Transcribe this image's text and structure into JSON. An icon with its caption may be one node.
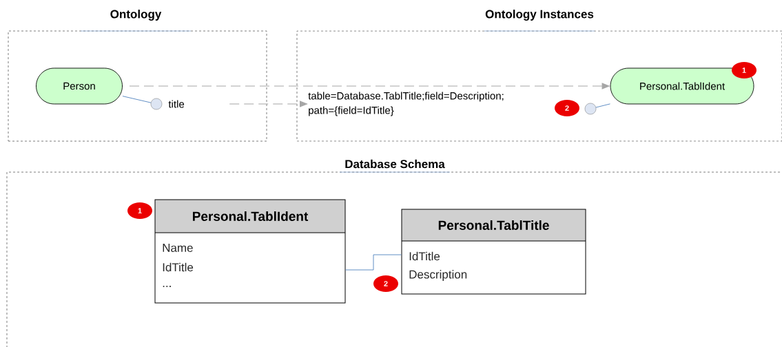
{
  "diagram": {
    "nodes": [
      {
        "text": [
          "Ontology"
        ]
      },
      {
        "text": [
          "Person"
        ],
        "in": 0
      },
      {
        "text": [],
        "shape": "circle",
        "beside": [
          "title"
        ],
        "in": 0
      },
      {
        "text": [
          "Ontology Instances"
        ]
      },
      {
        "text": [
          "table=Database.TablTitle;field=Description; path={field=IdTitle}"
        ],
        "in": 3
      },
      {
        "text": [
          "Personal.TablIdent"
        ],
        "in": 3
      },
      {
        "text": [],
        "shape": "circle",
        "in": 3
      },
      {
        "text": [
          "Database Schema"
        ]
      },
      {
        "text": [
          "Personal.TablIdent",
          "Name",
          "IdTitle",
          "..."
        ],
        "in": 7
      },
      {
        "text": [
          "Personal.TablTitle",
          "IdTitle",
          "Description"
        ],
        "in": 7
      }
    ],
    "edges": [
      {
        "from": 1,
        "to": 2,
        "arrow": "none"
      },
      {
        "from": 1,
        "to": 5,
        "arrow": "to",
        "style": "dashed",
        "color": "#a6a6a6"
      },
      {
        "from": 2,
        "to": 4,
        "arrow": "to",
        "style": "dashed",
        "color": "#a6a6a6"
      },
      {
        "from": 6,
        "to": 5,
        "arrow": "none"
      },
      {
        "from": 8,
        "to": 9,
        "arrow": "none"
      }
    ],
    "labels": [
      "1",
      "2",
      "1",
      "2"
    ]
  }
}
